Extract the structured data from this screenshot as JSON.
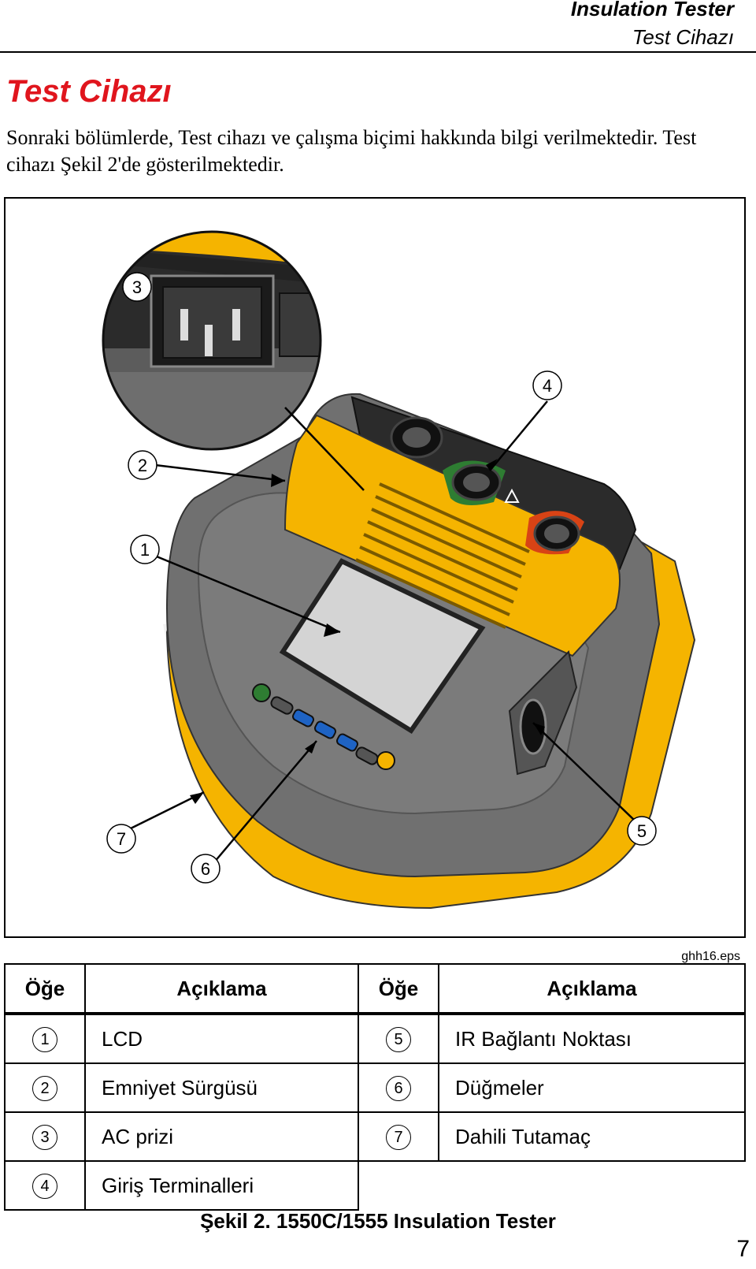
{
  "header": {
    "title": "Insulation Tester",
    "subtitle": "Test Cihazı"
  },
  "section_title": "Test Cihazı",
  "intro": "Sonraki bölümlerde, Test cihazı ve çalışma biçimi hakkında bilgi verilmektedir. Test cihazı Şekil 2'de gösterilmektedir.",
  "figure": {
    "callouts": [
      "1",
      "2",
      "3",
      "4",
      "5",
      "6",
      "7"
    ],
    "file_code": "ghh16.eps",
    "colors": {
      "body_yellow": "#f5b400",
      "body_gray": "#6e6e6e",
      "lcd": "#d4d4d4",
      "com_green": "#2e7d32",
      "pos_red": "#d84315",
      "key_blue": "#1e63c4"
    }
  },
  "table": {
    "headers": [
      "Öğe",
      "Açıklama",
      "Öğe",
      "Açıklama"
    ],
    "rows": [
      {
        "n1": "1",
        "d1": "LCD",
        "n2": "5",
        "d2": "IR Bağlantı Noktası"
      },
      {
        "n1": "2",
        "d1": "Emniyet Sürgüsü",
        "n2": "6",
        "d2": "Düğmeler"
      },
      {
        "n1": "3",
        "d1": "AC prizi",
        "n2": "7",
        "d2": "Dahili Tutamaç"
      },
      {
        "n1": "4",
        "d1": "Giriş Terminalleri",
        "n2": "",
        "d2": ""
      }
    ]
  },
  "caption": "Şekil 2. 1550C/1555 Insulation Tester",
  "page_number": "7"
}
